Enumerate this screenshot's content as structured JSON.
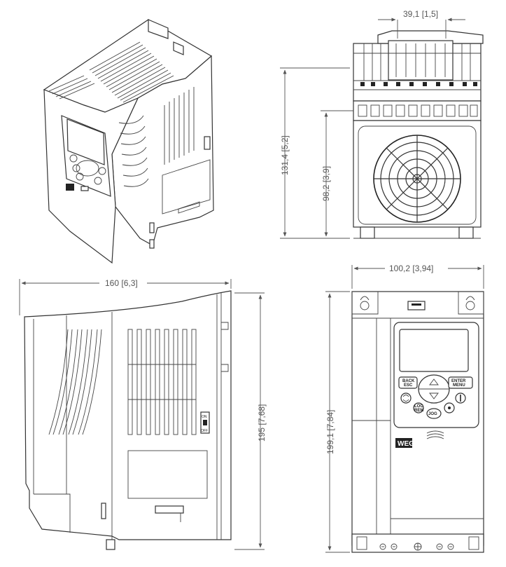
{
  "dimensions": {
    "front_slot_width": "39,1 [1,5]",
    "front_height": "131,4 [5,2]",
    "front_fan_height": "98,2 [3,9]",
    "side_depth": "160 [6,3]",
    "side_height": "195 [7,68]",
    "rear_width": "100,2 [3,94]",
    "rear_height": "199,1 [7,84]"
  },
  "keypad": {
    "back_esc": [
      "BACK",
      "ESC"
    ],
    "enter_menu": [
      "ENTER",
      "MENU"
    ],
    "loc_rem": [
      "LOC",
      "REM"
    ],
    "jog": "JOG"
  },
  "switch": {
    "on": "ON",
    "off": "OFF"
  },
  "logo": "WEG"
}
